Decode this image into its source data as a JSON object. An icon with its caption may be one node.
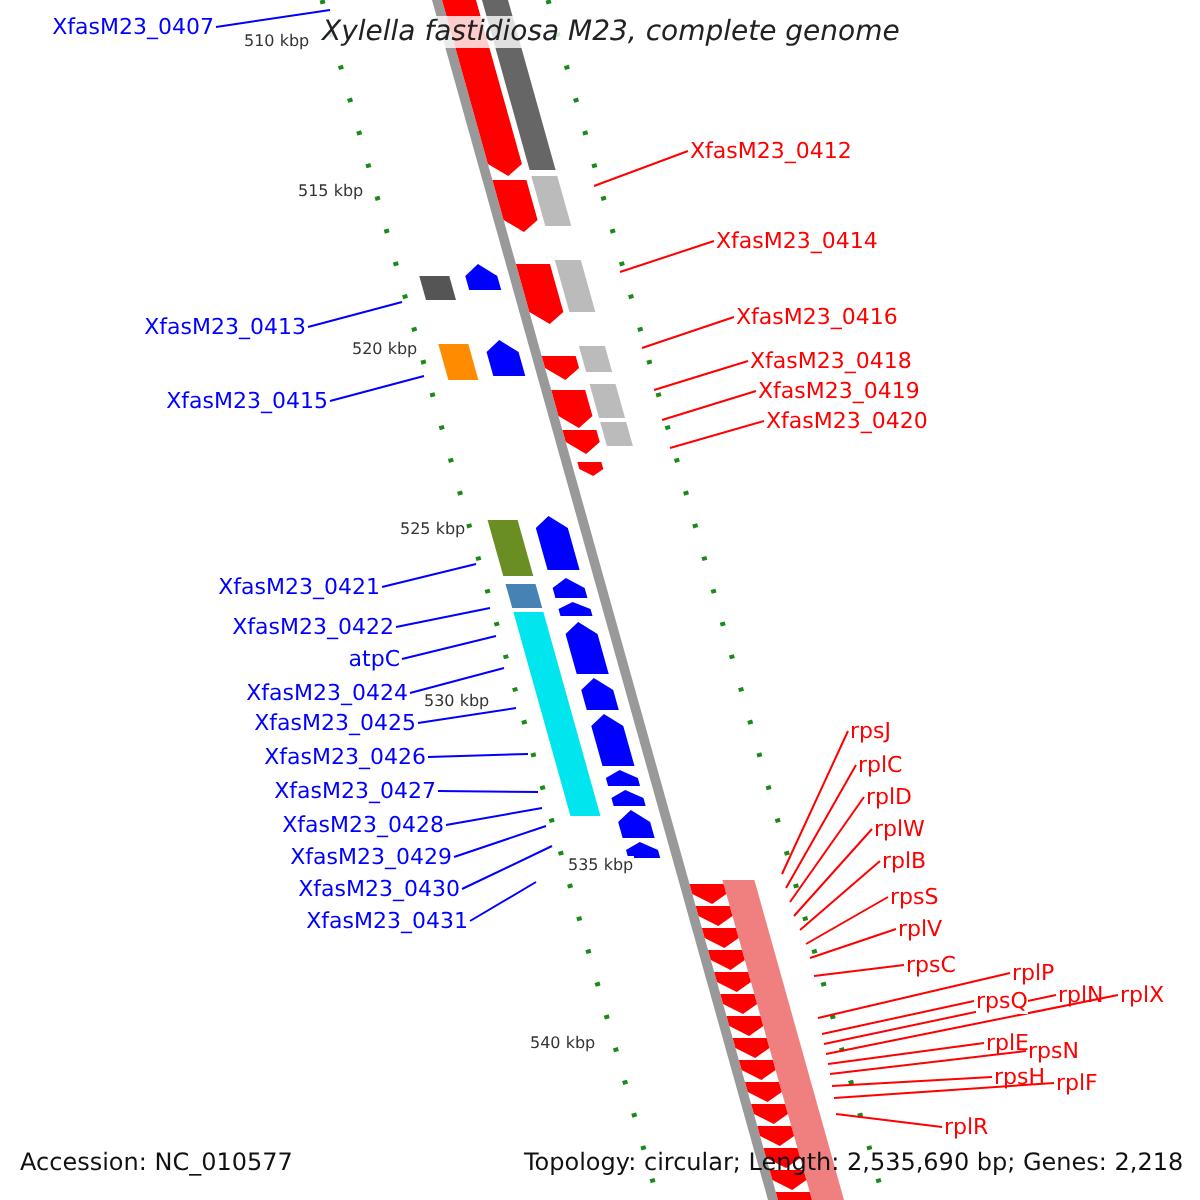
{
  "diagram": {
    "title": "Xylella fastidiosa M23, complete genome",
    "nodes": [
      {
        "text": [
          "XfasM23_0407"
        ]
      },
      {
        "text": [
          "XfasM23_0413"
        ]
      },
      {
        "text": [
          "XfasM23_0415"
        ]
      },
      {
        "text": [
          "XfasM23_0421"
        ]
      },
      {
        "text": [
          "XfasM23_0422"
        ]
      },
      {
        "text": [
          "atpC"
        ]
      },
      {
        "text": [
          "XfasM23_0424"
        ]
      },
      {
        "text": [
          "XfasM23_0425"
        ]
      },
      {
        "text": [
          "XfasM23_0426"
        ]
      },
      {
        "text": [
          "XfasM23_0427"
        ]
      },
      {
        "text": [
          "XfasM23_0428"
        ]
      },
      {
        "text": [
          "XfasM23_0429"
        ]
      },
      {
        "text": [
          "XfasM23_0430"
        ]
      },
      {
        "text": [
          "XfasM23_0431"
        ]
      },
      {
        "text": [
          "XfasM23_0412"
        ]
      },
      {
        "text": [
          "XfasM23_0414"
        ]
      },
      {
        "text": [
          "XfasM23_0416"
        ]
      },
      {
        "text": [
          "XfasM23_0418"
        ]
      },
      {
        "text": [
          "XfasM23_0419"
        ]
      },
      {
        "text": [
          "XfasM23_0420"
        ]
      },
      {
        "text": [
          "rpsJ"
        ]
      },
      {
        "text": [
          "rplC"
        ]
      },
      {
        "text": [
          "rplD"
        ]
      },
      {
        "text": [
          "rplW"
        ]
      },
      {
        "text": [
          "rplB"
        ]
      },
      {
        "text": [
          "rpsS"
        ]
      },
      {
        "text": [
          "rplV"
        ]
      },
      {
        "text": [
          "rpsC"
        ]
      },
      {
        "text": [
          "rplP"
        ]
      },
      {
        "text": [
          "rpsQ"
        ]
      },
      {
        "text": [
          "rplN"
        ]
      },
      {
        "text": [
          "rplX"
        ]
      },
      {
        "text": [
          "rplE"
        ]
      },
      {
        "text": [
          "rpsN"
        ]
      },
      {
        "text": [
          "rpsH"
        ]
      },
      {
        "text": [
          "rplF"
        ]
      },
      {
        "text": [
          "rplR"
        ]
      }
    ],
    "edges": [
      {
        "from": 0,
        "to": null,
        "arrow": "none",
        "color": "#0000ff"
      },
      {
        "from": 1,
        "to": null,
        "arrow": "none",
        "color": "#0000ff"
      },
      {
        "from": 2,
        "to": null,
        "arrow": "none",
        "color": "#0000ff"
      },
      {
        "from": 3,
        "to": null,
        "arrow": "none",
        "color": "#0000ff"
      },
      {
        "from": 4,
        "to": null,
        "arrow": "none",
        "color": "#0000ff"
      },
      {
        "from": 5,
        "to": null,
        "arrow": "none",
        "color": "#0000ff"
      },
      {
        "from": 6,
        "to": null,
        "arrow": "none",
        "color": "#0000ff"
      },
      {
        "from": 7,
        "to": null,
        "arrow": "none",
        "color": "#0000ff"
      },
      {
        "from": 8,
        "to": null,
        "arrow": "none",
        "color": "#0000ff"
      },
      {
        "from": 9,
        "to": null,
        "arrow": "none",
        "color": "#0000ff"
      },
      {
        "from": 10,
        "to": null,
        "arrow": "none",
        "color": "#0000ff"
      },
      {
        "from": 11,
        "to": null,
        "arrow": "none",
        "color": "#0000ff"
      },
      {
        "from": 12,
        "to": null,
        "arrow": "none",
        "color": "#0000ff"
      },
      {
        "from": 13,
        "to": null,
        "arrow": "none",
        "color": "#0000ff"
      },
      {
        "from": 14,
        "to": null,
        "arrow": "none"
      },
      {
        "from": 15,
        "to": null,
        "arrow": "none"
      },
      {
        "from": 16,
        "to": null,
        "arrow": "none"
      },
      {
        "from": 17,
        "to": null,
        "arrow": "none"
      },
      {
        "from": 18,
        "to": null,
        "arrow": "none"
      },
      {
        "from": 19,
        "to": null,
        "arrow": "none"
      },
      {
        "from": 20,
        "to": null,
        "arrow": "none"
      },
      {
        "from": 21,
        "to": null,
        "arrow": "none"
      },
      {
        "from": 22,
        "to": null,
        "arrow": "none"
      },
      {
        "from": 23,
        "to": null,
        "arrow": "none"
      },
      {
        "from": 24,
        "to": null,
        "arrow": "none"
      },
      {
        "from": 25,
        "to": null,
        "arrow": "none"
      },
      {
        "from": 26,
        "to": null,
        "arrow": "none"
      },
      {
        "from": 27,
        "to": null,
        "arrow": "none"
      },
      {
        "from": 28,
        "to": null,
        "arrow": "none"
      },
      {
        "from": 29,
        "to": null,
        "arrow": "none"
      },
      {
        "from": 30,
        "to": null,
        "arrow": "none"
      },
      {
        "from": 31,
        "to": null,
        "arrow": "none"
      },
      {
        "from": 32,
        "to": null,
        "arrow": "none"
      },
      {
        "from": 33,
        "to": null,
        "arrow": "none"
      },
      {
        "from": 34,
        "to": null,
        "arrow": "none"
      },
      {
        "from": 35,
        "to": null,
        "arrow": "none"
      },
      {
        "from": 36,
        "to": null,
        "arrow": "none"
      }
    ],
    "labels": [
      "510 kbp",
      "515 kbp",
      "520 kbp",
      "525 kbp",
      "530 kbp",
      "535 kbp",
      "540 kbp",
      "Accession: NC_010577",
      "Topology: circular; Length: 2,535,690 bp; Genes: 2,218"
    ]
  }
}
